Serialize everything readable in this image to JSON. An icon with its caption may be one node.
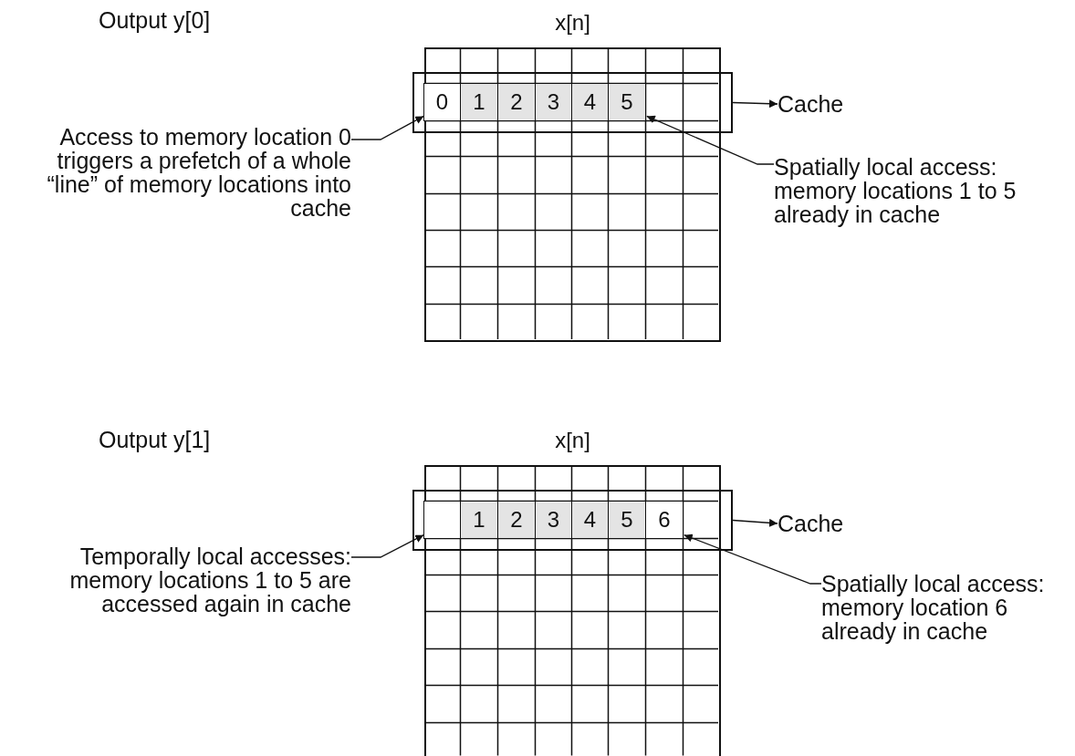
{
  "diagram": {
    "nodes": [
      {
        "text": [
          "x[n]"
        ]
      },
      {
        "text": [],
        "shape": "box"
      },
      {
        "text": [
          "0"
        ],
        "in": 1
      },
      {
        "text": [
          "1"
        ],
        "in": 1
      },
      {
        "text": [
          "2"
        ],
        "in": 1
      },
      {
        "text": [
          "3"
        ],
        "in": 1
      },
      {
        "text": [
          "4"
        ],
        "in": 1
      },
      {
        "text": [
          "5"
        ],
        "in": 1
      },
      {
        "text": [
          "Cache"
        ]
      },
      {
        "text": [
          "Access to memory location 0 triggers a prefetch of a whole “line” of memory locations into cache"
        ]
      },
      {
        "text": [
          "Spatially local access: memory locations 1 to 5 already in cache"
        ]
      },
      {
        "text": [
          "x[n]"
        ]
      },
      {
        "text": [],
        "shape": "box"
      },
      {
        "text": [],
        "shape": "box",
        "in": 12
      },
      {
        "text": [
          "1"
        ],
        "in": 12
      },
      {
        "text": [
          "2"
        ],
        "in": 12
      },
      {
        "text": [
          "3"
        ],
        "in": 12
      },
      {
        "text": [
          "4"
        ],
        "in": 12
      },
      {
        "text": [
          "5"
        ],
        "in": 12
      },
      {
        "text": [
          "6"
        ],
        "in": 12
      },
      {
        "text": [
          "Cache"
        ]
      },
      {
        "text": [
          "Temporally local accesses: memory locations 1 to 5 are accessed again in cache"
        ]
      },
      {
        "text": [
          "Spatially local access: memory location 6 already in cache"
        ]
      }
    ],
    "edges": [
      {
        "from": 1,
        "to": 8,
        "arrow": "to"
      },
      {
        "from": 9,
        "to": 2,
        "arrow": "to"
      },
      {
        "from": 10,
        "to": 7,
        "arrow": "to"
      },
      {
        "from": 12,
        "to": 20,
        "arrow": "to"
      },
      {
        "from": 21,
        "to": 13,
        "arrow": "to"
      },
      {
        "from": 22,
        "to": 19,
        "arrow": "to"
      }
    ],
    "labels": [
      "Output y[0]",
      "Output y[1]"
    ]
  }
}
